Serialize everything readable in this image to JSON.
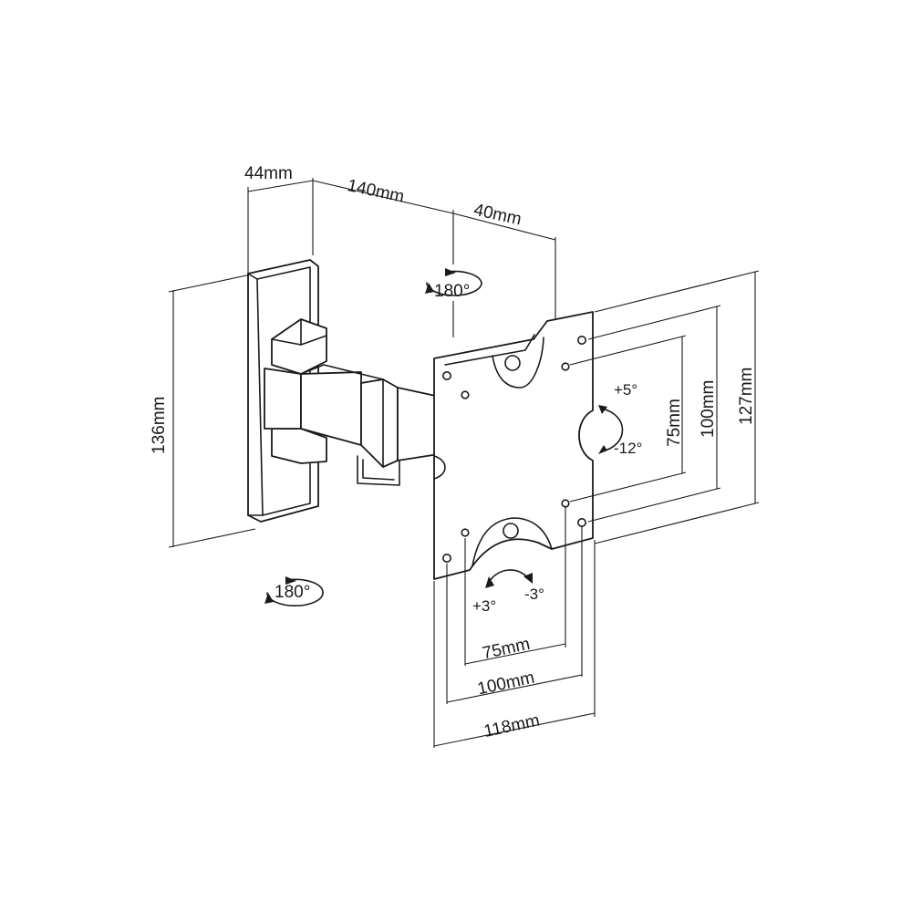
{
  "dimensions": {
    "wall_plate_depth": "44mm",
    "arm_length": "140mm",
    "arm_extension": "40mm",
    "wall_plate_height": "136mm",
    "vesa_h_75": "75mm",
    "vesa_h_100": "100mm",
    "plate_width": "118mm",
    "vesa_v_75": "75mm",
    "vesa_v_100": "100mm",
    "plate_height": "127mm"
  },
  "rotations": {
    "arm_swivel": "180°",
    "wall_swivel": "180°",
    "tilt_up": "+5°",
    "tilt_down": "-12°",
    "rotate_plus": "+3°",
    "rotate_minus": "-3°"
  },
  "colors": {
    "line": "#1a1a1a",
    "background": "#ffffff"
  }
}
